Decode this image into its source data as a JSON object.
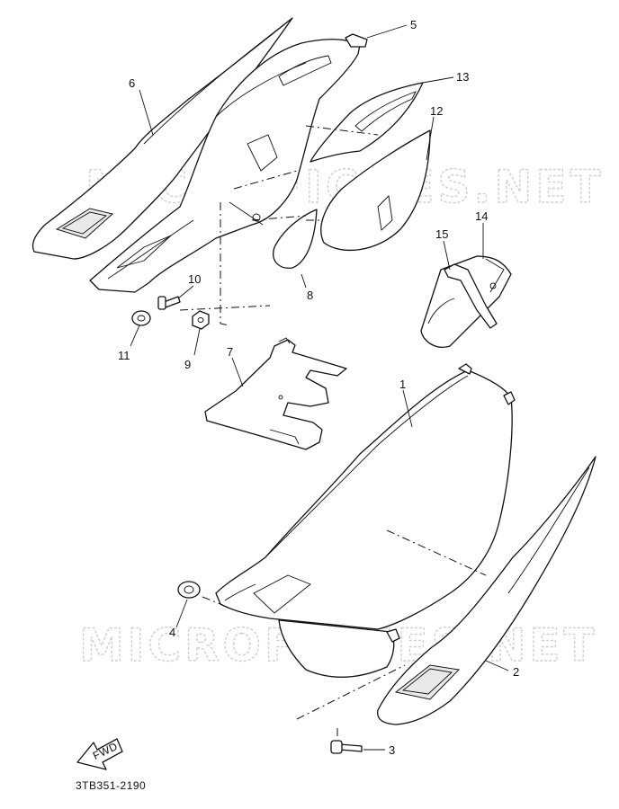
{
  "diagram": {
    "drawing_code": "3TB351-2190",
    "watermark": "MICROFICHES.NET",
    "forward_arrow_label": "FWD",
    "callouts": {
      "p1": "1",
      "p2": "2",
      "p3": "3",
      "p4": "4",
      "p5": "5",
      "p6": "6",
      "p7": "7",
      "p8": "8",
      "p9": "9",
      "p10": "10",
      "p11": "11",
      "p12": "12",
      "p13": "13",
      "p14": "14",
      "p15": "15"
    }
  }
}
